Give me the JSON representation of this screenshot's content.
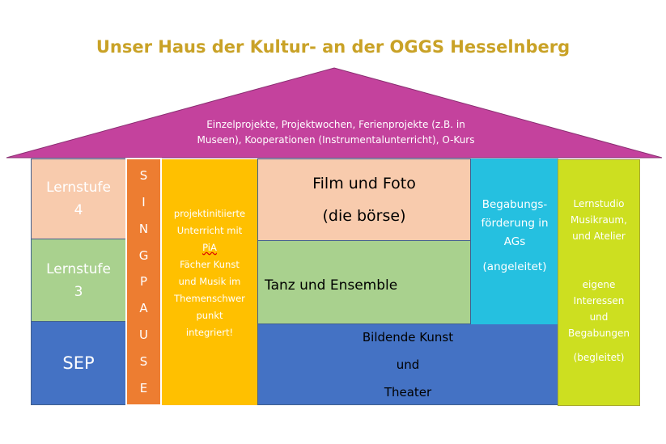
{
  "title": "Unser Haus der Kultur- an der OGGS Hesselnberg",
  "roof": {
    "lines": [
      "Einzelprojekte, Projektwochen, Ferienprojekte (z.B. in",
      "Museen), Kooperationen (Instrumentalunterricht), O-Kurs"
    ],
    "color": "#c4429d"
  },
  "lernstufe4": [
    "Lernstufe",
    "4"
  ],
  "lernstufe3": [
    "Lernstufe",
    "3"
  ],
  "sep": "SEP",
  "singpause": [
    "S",
    "I",
    "N",
    "G",
    "P",
    "A",
    "U",
    "S",
    "E"
  ],
  "projekt": [
    "projektinitiierte",
    "Unterricht mit",
    "PiA",
    "Fächer Kunst",
    "und Musik im",
    "Themenschwer",
    "punkt",
    "integriert!"
  ],
  "film": [
    "Film und Foto",
    "(die börse)"
  ],
  "tanz": "Tanz und Ensemble",
  "bildende": [
    "Bildende Kunst",
    "und",
    "Theater"
  ],
  "begabung": [
    "Begabungs-",
    "förderung in",
    "AGs",
    "(angeleitet)"
  ],
  "lernstudio": [
    "Lernstudio",
    "Musikraum,",
    "und Atelier",
    "eigene",
    "Interessen",
    "und",
    "Begabungen",
    "(begleitet)"
  ]
}
